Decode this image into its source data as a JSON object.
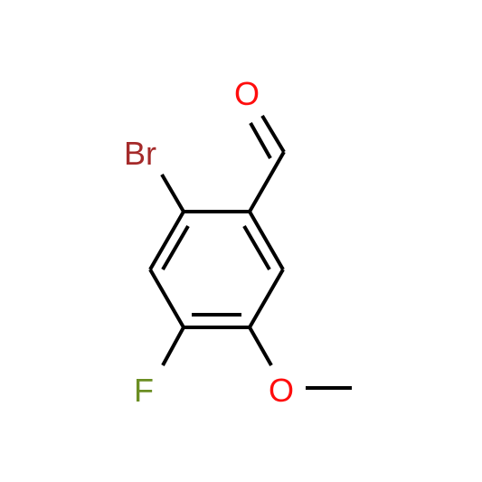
{
  "molecule": {
    "atoms": {
      "bromine": {
        "symbol": "Br",
        "color": "#a52a2a"
      },
      "aldehyde_oxygen": {
        "symbol": "O",
        "color": "#ff0d0d"
      },
      "fluorine": {
        "symbol": "F",
        "color": "#6b8e23"
      },
      "methoxy_oxygen": {
        "symbol": "O",
        "color": "#ff0d0d"
      }
    },
    "bond_color": "#000000",
    "background": "#ffffff"
  }
}
